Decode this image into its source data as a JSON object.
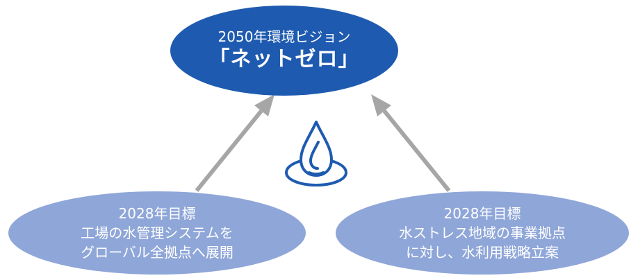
{
  "colors": {
    "primary": "#1E5BB0",
    "secondary": "#8FA6D8",
    "arrow": "#A6A6A6"
  },
  "icon": "water-drop-icon",
  "vision": {
    "title": "2050年環境ビジョン",
    "main": "「ネットゼロ」"
  },
  "goal_left": {
    "line1": "2028年目標",
    "line2": "工場の水管理システムを",
    "line3": "グローバル全拠点へ展開"
  },
  "goal_right": {
    "line1": "2028年目標",
    "line2": "水ストレス地域の事業拠点",
    "line3": "に対し、水利用戦略立案"
  }
}
